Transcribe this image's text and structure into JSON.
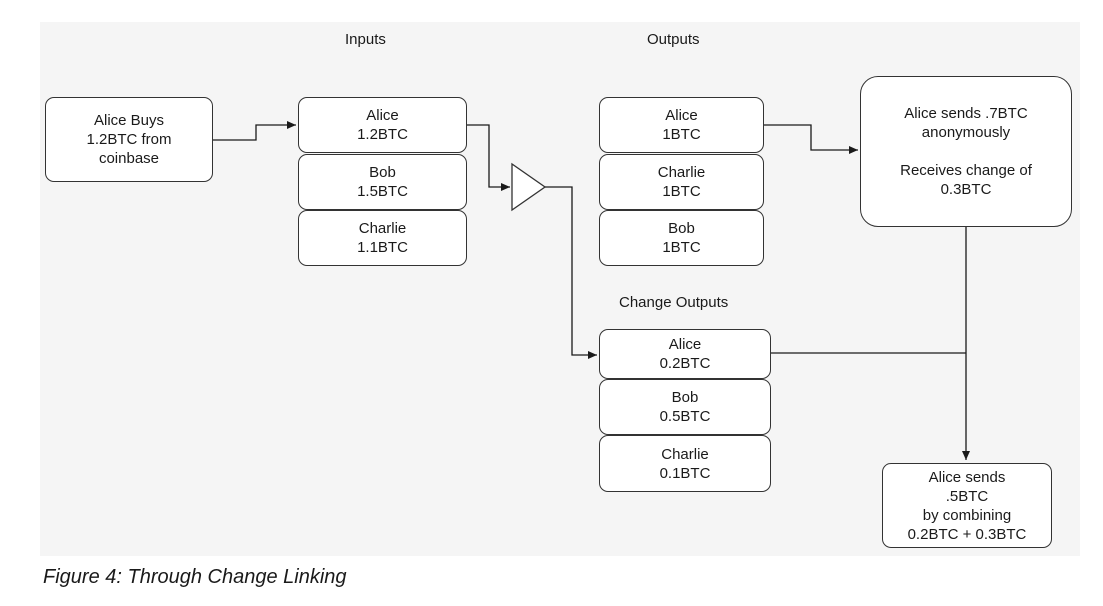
{
  "headings": {
    "inputs": "Inputs",
    "outputs": "Outputs",
    "change_outputs": "Change Outputs"
  },
  "start_node": {
    "line1": "Alice Buys",
    "line2": "1.2BTC from",
    "line3": "coinbase"
  },
  "inputs": [
    {
      "name": "Alice",
      "amount": "1.2BTC"
    },
    {
      "name": "Bob",
      "amount": "1.5BTC"
    },
    {
      "name": "Charlie",
      "amount": "1.1BTC"
    }
  ],
  "outputs": [
    {
      "name": "Alice",
      "amount": "1BTC"
    },
    {
      "name": "Charlie",
      "amount": "1BTC"
    },
    {
      "name": "Bob",
      "amount": "1BTC"
    }
  ],
  "change_outputs": [
    {
      "name": "Alice",
      "amount": "0.2BTC"
    },
    {
      "name": "Bob",
      "amount": "0.5BTC"
    },
    {
      "name": "Charlie",
      "amount": "0.1BTC"
    }
  ],
  "send_node": {
    "line1": "Alice sends .7BTC",
    "line2": "anonymously",
    "line3": "Receives change of",
    "line4": "0.3BTC"
  },
  "combine_node": {
    "line1": "Alice sends",
    "line2": ".5BTC",
    "line3": "by combining",
    "line4": "0.2BTC + 0.3BTC"
  },
  "caption": "Figure 4: Through Change Linking",
  "colors": {
    "background": "#f5f5f5",
    "stroke": "#333333",
    "text": "#1a1a1a"
  }
}
